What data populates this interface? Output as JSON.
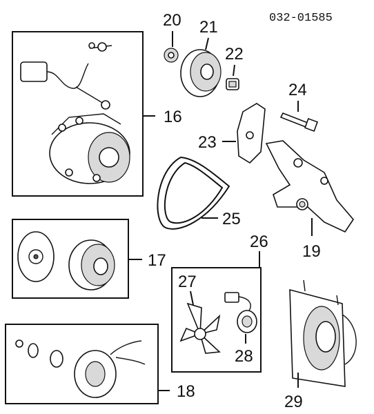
{
  "diagram_code": "032-01585",
  "callouts": [
    {
      "id": "20",
      "label": "20"
    },
    {
      "id": "21",
      "label": "21"
    },
    {
      "id": "22",
      "label": "22"
    },
    {
      "id": "24",
      "label": "24"
    },
    {
      "id": "16",
      "label": "16"
    },
    {
      "id": "23",
      "label": "23"
    },
    {
      "id": "25",
      "label": "25"
    },
    {
      "id": "26",
      "label": "26"
    },
    {
      "id": "17",
      "label": "17"
    },
    {
      "id": "19",
      "label": "19"
    },
    {
      "id": "27",
      "label": "27"
    },
    {
      "id": "28",
      "label": "28"
    },
    {
      "id": "18",
      "label": "18"
    },
    {
      "id": "29",
      "label": "29"
    }
  ]
}
